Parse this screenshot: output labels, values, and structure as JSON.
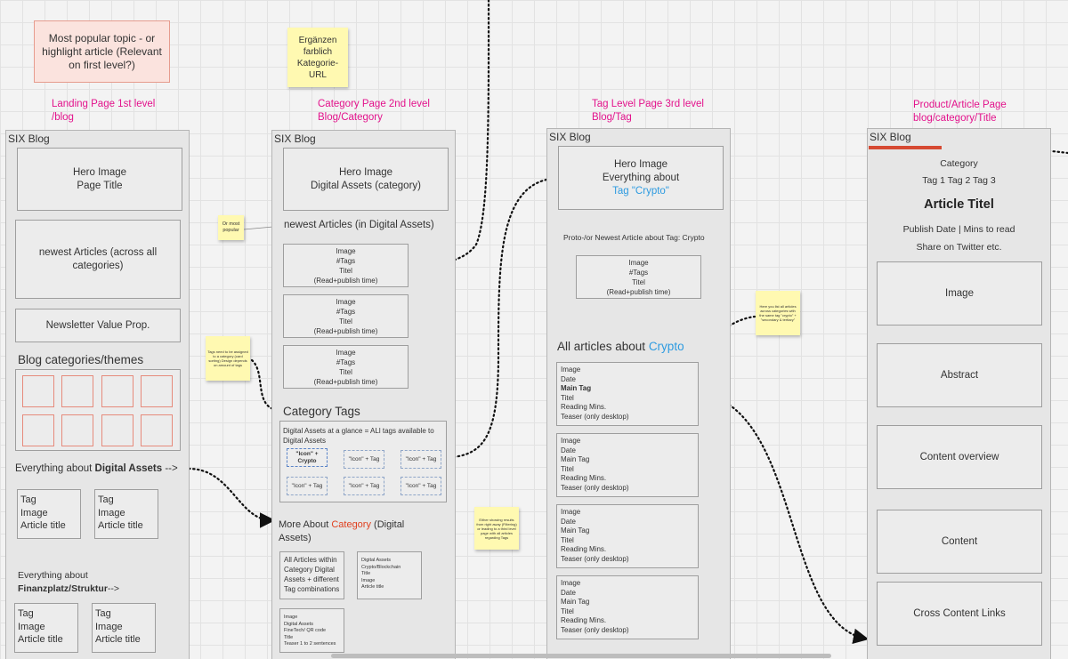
{
  "notes": {
    "top_left": "Most popular topic - or highlight article (Relevant on first level?)",
    "top_yellow": "Ergänzen farblich Kategorie-URL",
    "or_most_popular": "Or most popular",
    "tags_need": "Tags need to be assigned to a category (card sorting) Design depends on amount of tags",
    "either_showing": "Either showing results from right away (Filtering) or leading to a third level page with all articles regarding Tags",
    "here_list": "Here you list all articles across categories with the same tag \"crypto\" + \"secondary & tertiary\""
  },
  "frame1": {
    "heading1": "Landing Page 1st level",
    "heading2": "/blog",
    "title": "SIX Blog",
    "hero1": "Hero Image",
    "hero2": "Page Title",
    "newest": "newest Articles (across all categories)",
    "newsletter": "Newsletter Value Prop.",
    "categories": "Blog categories/themes",
    "everything_prefix": "Everything about ",
    "everything_bold": "Digital Assets",
    "everything_suffix": " -->",
    "card_tag": "Tag",
    "card_image": "Image",
    "card_title": "Article title",
    "everything2_prefix": "Everything about",
    "everything2_bold": "Finanzplatz/Struktur",
    "everything2_suffix": "-->"
  },
  "frame2": {
    "heading1": "Category Page 2nd level",
    "heading2": "Blog/Category",
    "title": "SIX Blog",
    "hero1": "Hero Image",
    "hero2": "Digital Assets (category)",
    "newest": "newest Articles (in Digital Assets)",
    "art_image": "Image",
    "art_tags": "#Tags",
    "art_titel": "Titel",
    "art_meta": "(Read+publish time)",
    "cat_tags": "Category Tags",
    "glance": "Digital Assets at a glance = ALl tags available to Digital Assets",
    "tag_crypto_1": "\"Icon\" +",
    "tag_crypto_2": "Crypto",
    "tag_generic": "\"Icon\" + Tag",
    "more_prefix": "More About ",
    "more_cat": "Category",
    "more_suffix": " (Digital Assets)",
    "all_articles": "All Articles within Category Digital Assets + different Tag combinations",
    "da1": "Digital Assets",
    "da2": "Crypto/Blockchain",
    "da3": "Title",
    "da4": "Image",
    "da5": "Article title",
    "bl1": "Image",
    "bl2": "Digital Assets",
    "bl3": "FineTech/ QR code",
    "bl4": "Title",
    "bl5": "Teaser 1 to 2 sentences"
  },
  "frame3": {
    "heading1": "Tag Level Page 3rd level",
    "heading2": "Blog/Tag",
    "title": "SIX Blog",
    "hero1": "Hero Image",
    "hero2": "Everything about",
    "hero3": "Tag \"Crypto\"",
    "proto": "Proto-/or Newest Article about Tag: Crypto",
    "img": "Image",
    "tags": "#Tags",
    "titel": "Titel",
    "meta": "(Read+publish time)",
    "all_prefix": "All articles about ",
    "all_crypto": "Crypto",
    "c_image": "Image",
    "c_date": "Date",
    "c_main": "Main Tag",
    "c_titel": "Titel",
    "c_reading": "Reading Mins.",
    "c_teaser": "Teaser (only desktop)"
  },
  "frame4": {
    "heading1": "Product/Article Page",
    "heading2": "blog/category/Title",
    "title": "SIX Blog",
    "category": "Category",
    "tags": "Tag 1 Tag 2 Tag 3",
    "article_titel": "Article Titel",
    "publish": "Publish Date | Mins to read",
    "share": "Share on Twitter etc.",
    "image": "Image",
    "abstract": "Abstract",
    "overview": "Content overview",
    "content": "Content",
    "cross": "Cross Content Links"
  },
  "colors": {
    "accent_pink": "#e3138c",
    "accent_red": "#e0401f",
    "accent_blue": "#2e9be0",
    "sticky": "#fff9b1"
  }
}
